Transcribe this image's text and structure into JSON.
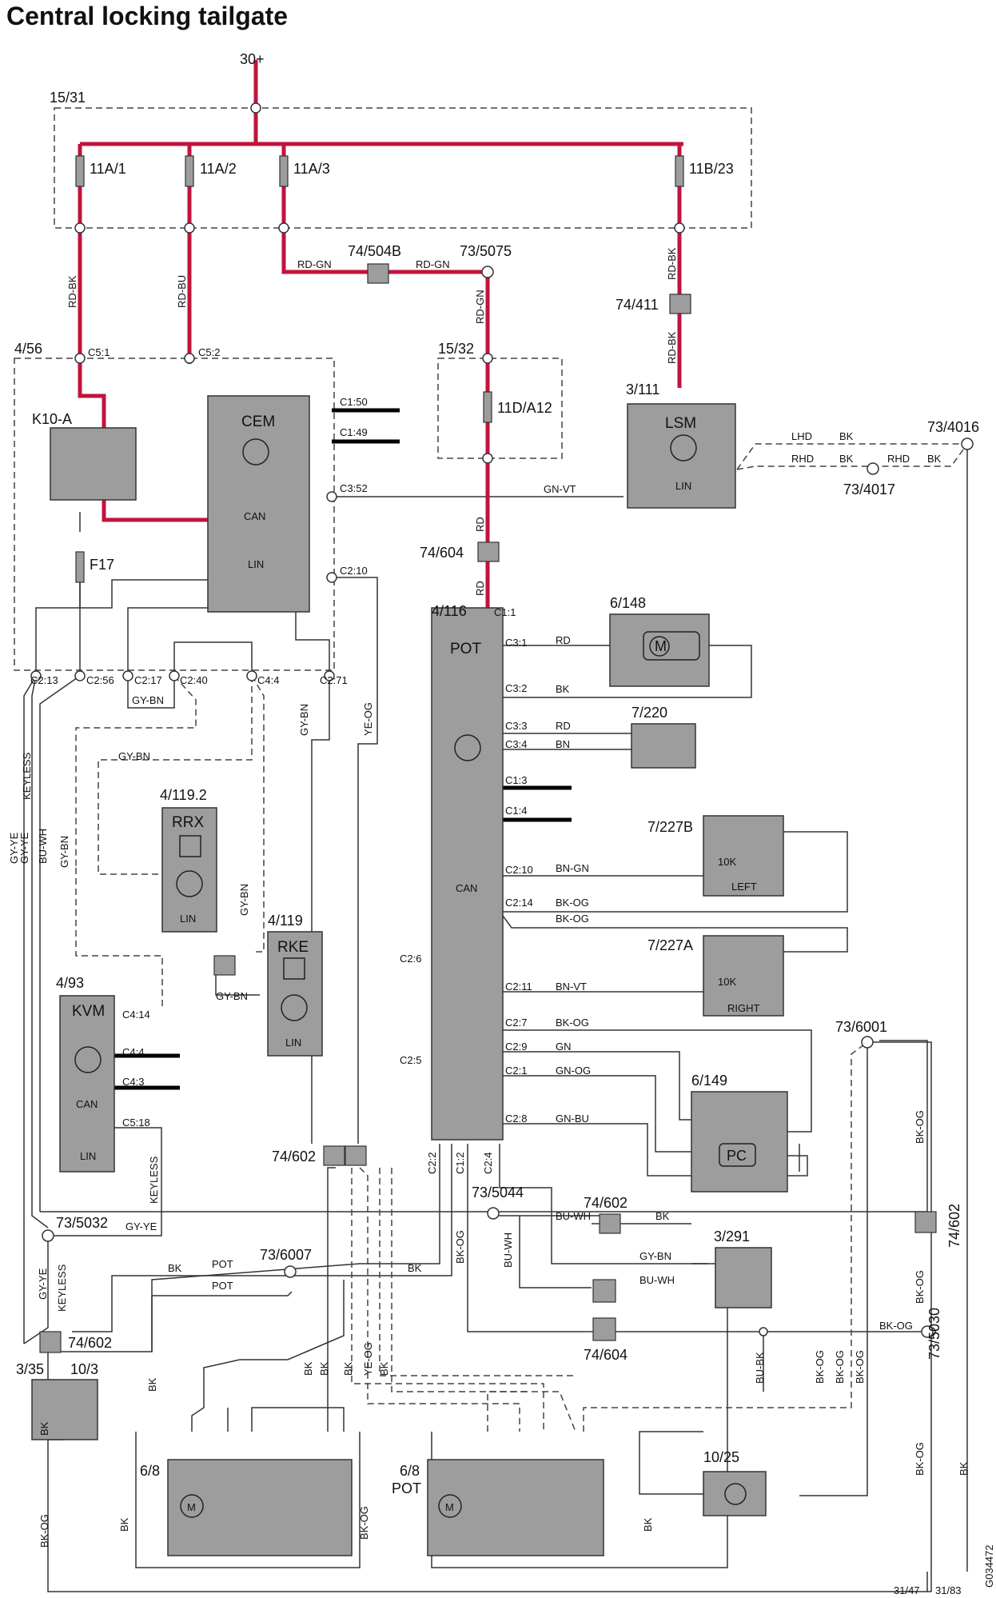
{
  "title": "Central locking tailgate",
  "supply": "30+",
  "boxes": {
    "fusebox": "15/31",
    "cem_box": "4/56",
    "fusebox2": "15/32"
  },
  "fuses": [
    "11A/1",
    "11A/2",
    "11A/3",
    "11B/23",
    "11D/A12",
    "F17"
  ],
  "relay": "K10-A",
  "modules": {
    "cem": "CEM",
    "pot": "POT",
    "lsm": "LSM",
    "rrx": "RRX",
    "rke": "RKE",
    "kvm": "KVM",
    "can": "CAN",
    "lin": "LIN",
    "left": "LEFT",
    "right": "RIGHT",
    "m": "M",
    "pc": "PC",
    "tenk": "10K"
  },
  "component_ids": {
    "pot": "4/116",
    "lsm": "3/111",
    "rrx": "4/119.2",
    "rke": "4/119",
    "kvm": "4/93",
    "motor_148": "6/148",
    "c7_220": "7/220",
    "sw_227b": "7/227B",
    "sw_227a": "7/227A",
    "pc_149": "6/149",
    "sw_3_291": "3/291",
    "sw_3_35": "3/35",
    "sw_10_3": "10/3",
    "lock_6_8": "6/8",
    "lock_6_8_pot": "6/8",
    "lock_6_8_pot2": "POT",
    "lamp_10_25": "10/25"
  },
  "splices": [
    "73/5075",
    "73/4016",
    "73/4017",
    "73/6001",
    "73/5044",
    "73/5032",
    "73/6007",
    "73/5030"
  ],
  "connectors": [
    "74/504B",
    "74/411",
    "74/604",
    "74/602",
    "74/602",
    "74/602",
    "74/604",
    "74/602"
  ],
  "pins": {
    "c51": "C5:1",
    "c52": "C5:2",
    "c150": "C1:50",
    "c149": "C1:49",
    "c352": "C3:52",
    "c210": "C2:10",
    "c213": "C2:13",
    "c256": "C2:56",
    "c217": "C2:17",
    "c240": "C2:40",
    "c44": "C4:4",
    "c271": "C2:71",
    "c11": "C1:1",
    "c31": "C3:1",
    "c32": "C3:2",
    "c33": "C3:3",
    "c34": "C3:4",
    "c13": "C1:3",
    "c14": "C1:4",
    "p210": "C2:10",
    "c214": "C2:14",
    "c211": "C2:11",
    "c27": "C2:7",
    "c29": "C2:9",
    "c21": "C2:1",
    "c28": "C2:8",
    "c26": "C2:6",
    "c25": "C2:5",
    "c22": "C2:2",
    "c12": "C1:2",
    "c24": "C2:4",
    "k414": "C4:14",
    "k44": "C4:4",
    "k43": "C4:3",
    "k518": "C5:18"
  },
  "wire_colors": {
    "rdbk": "RD-BK",
    "rdbu": "RD-BU",
    "rdgn": "RD-GN",
    "rd": "RD",
    "bk": "BK",
    "bn": "BN",
    "bngn": "BN-GN",
    "bkog": "BK-OG",
    "bnvt": "BN-VT",
    "gn": "GN",
    "gnog": "GN-OG",
    "gnbu": "GN-BU",
    "gnvt": "GN-VT",
    "gybn": "GY-BN",
    "yeog": "YE-OG",
    "gyye": "GY-YE",
    "buwh": "BU-WH",
    "bubk": "BU-BK",
    "lhd": "LHD",
    "rhd": "RHD"
  },
  "text_labels": {
    "keyless": "KEYLESS",
    "pot": "POT"
  },
  "grounds": [
    "31/47",
    "31/83"
  ],
  "diagram_id": "G034472"
}
